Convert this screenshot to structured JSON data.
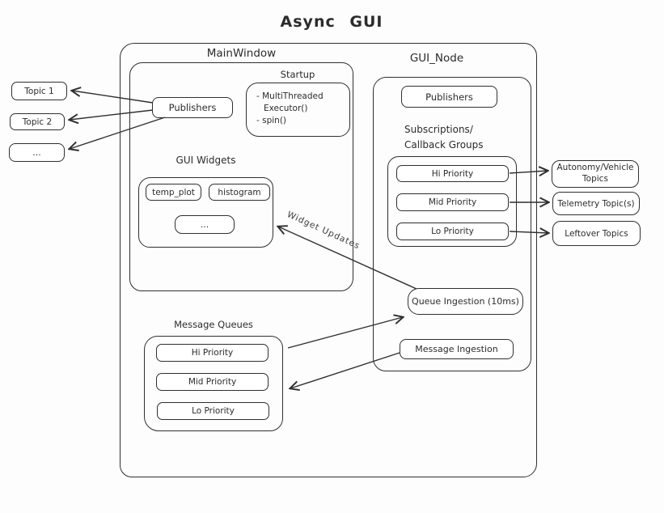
{
  "title": "Async GUI",
  "colors": {
    "stroke": "#2f2f2f",
    "background": "#fdfdfd",
    "box_fill": "#ffffff"
  },
  "main_window": {
    "label": "MainWindow",
    "publishers_label": "Publishers",
    "startup": {
      "title": "Startup",
      "line1": "- MultiThreaded",
      "line2": "Executor()",
      "line3": "- spin()"
    },
    "gui_widgets": {
      "title": "GUI Widgets",
      "widget1": "temp_plot",
      "widget2": "histogram",
      "widget3": "..."
    },
    "message_queues": {
      "title": "Message Queues",
      "items": [
        "Hi Priority",
        "Mid Priority",
        "Lo Priority"
      ]
    }
  },
  "gui_node": {
    "label": "GUI_Node",
    "publishers_label": "Publishers",
    "subscriptions_title_line1": "Subscriptions/",
    "subscriptions_title_line2": "Callback Groups",
    "callback_groups": [
      "Hi Priority",
      "Mid Priority",
      "Lo Priority"
    ],
    "queue_ingestion_label": "Queue Ingestion (10ms)",
    "message_ingestion_label": "Message Ingestion"
  },
  "left_topics": [
    "Topic 1",
    "Topic 2",
    "..."
  ],
  "right_topics": [
    "Autonomy/Vehicle Topics",
    "Telemetry Topic(s)",
    "Leftover Topics"
  ],
  "arrow_labels": {
    "widget_updates": "Widget Updates"
  }
}
